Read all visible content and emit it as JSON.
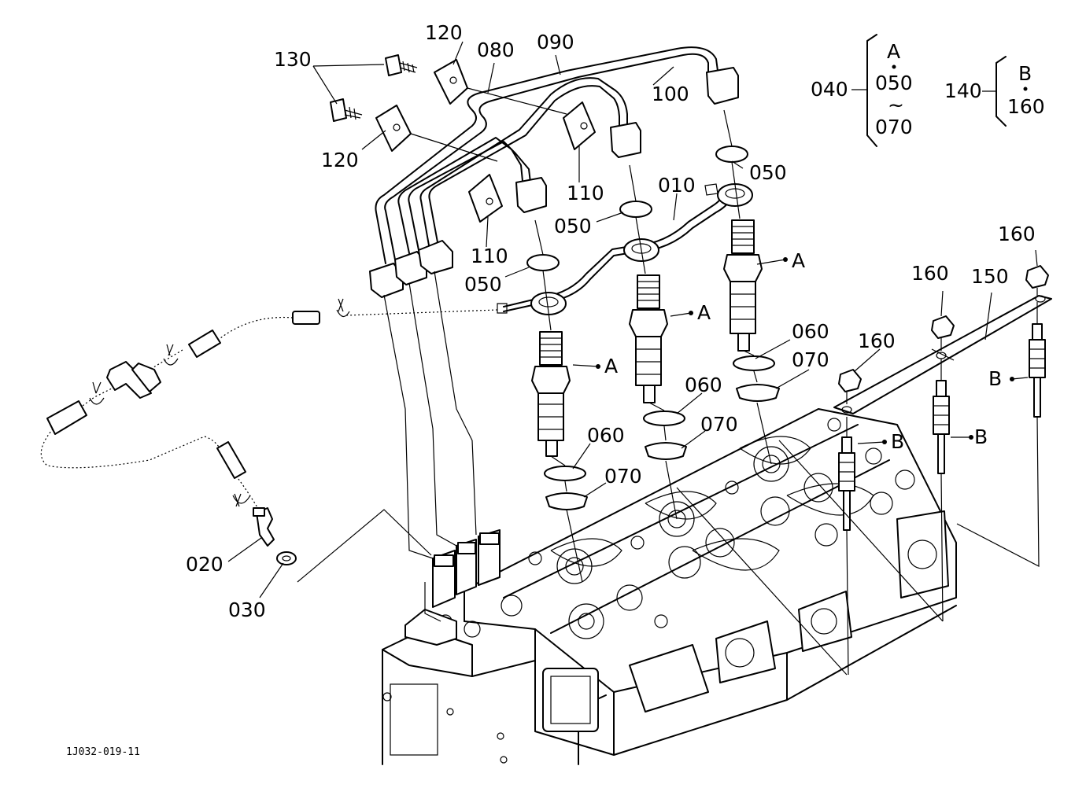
{
  "drawing_code": "1J032-019-11",
  "legend": {
    "group_a": {
      "ref": "040",
      "key": "A",
      "range_from": "050",
      "range_sym": "~",
      "range_to": "070"
    },
    "group_b": {
      "ref": "140",
      "key": "B",
      "range_to": "160"
    }
  },
  "labels": {
    "p010": "010",
    "p020": "020",
    "p030": "030",
    "p050": "050",
    "p060": "060",
    "p070": "070",
    "p080": "080",
    "p090": "090",
    "p100": "100",
    "p110": "110",
    "p120": "120",
    "p130": "130",
    "p150": "150",
    "p160": "160",
    "a": "A",
    "b": "B"
  }
}
